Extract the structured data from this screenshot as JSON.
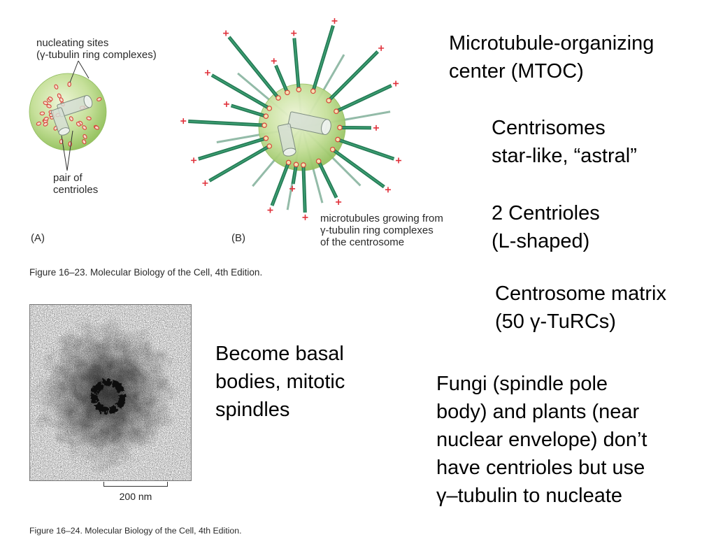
{
  "figure_23": {
    "panel_a": {
      "nucleating_label": [
        "nucleating sites",
        "(γ-tubulin ring complexes)"
      ],
      "centrioles_label": [
        "pair of",
        "centrioles"
      ],
      "panel_letter": "(A)"
    },
    "panel_b": {
      "growing_label": [
        "microtubules growing from",
        "γ-tubulin ring complexes",
        "of the centrosome"
      ],
      "panel_letter": "(B)"
    },
    "caption": "Figure 16–23. Molecular Biology of the Cell, 4th Edition."
  },
  "figure_24": {
    "scale_bar_label": "200 nm",
    "caption": "Figure 16–24. Molecular Biology of the Cell, 4th Edition."
  },
  "notes": {
    "mtoc": [
      "Microtubule-organizing",
      "center (MTOC)"
    ],
    "centrosomes": [
      "Centrisomes",
      "star-like, “astral”"
    ],
    "centrioles": [
      "2 Centrioles",
      "(L-shaped)"
    ],
    "matrix": [
      "Centrosome matrix",
      "(50 γ-TuRCs)"
    ],
    "basal": [
      "Become basal",
      "bodies, mitotic",
      "spindles"
    ],
    "fungi": [
      "Fungi (spindle pole",
      "body) and plants (near",
      "nuclear envelope) don’t",
      "have centrioles but use",
      "γ–tubulin to nucleate"
    ]
  },
  "colors": {
    "sphere_light": "#eef5d8",
    "sphere_mid": "#c6e09a",
    "sphere_dark": "#98c463",
    "microtubule_dark": "#227852",
    "microtubule_light": "#3c9d72",
    "microtubule_back": "#93bba8",
    "plus_end_red": "#e0303a",
    "nucleating_site_red": "#d8443a",
    "centriole_gray": "#7d8c80"
  }
}
